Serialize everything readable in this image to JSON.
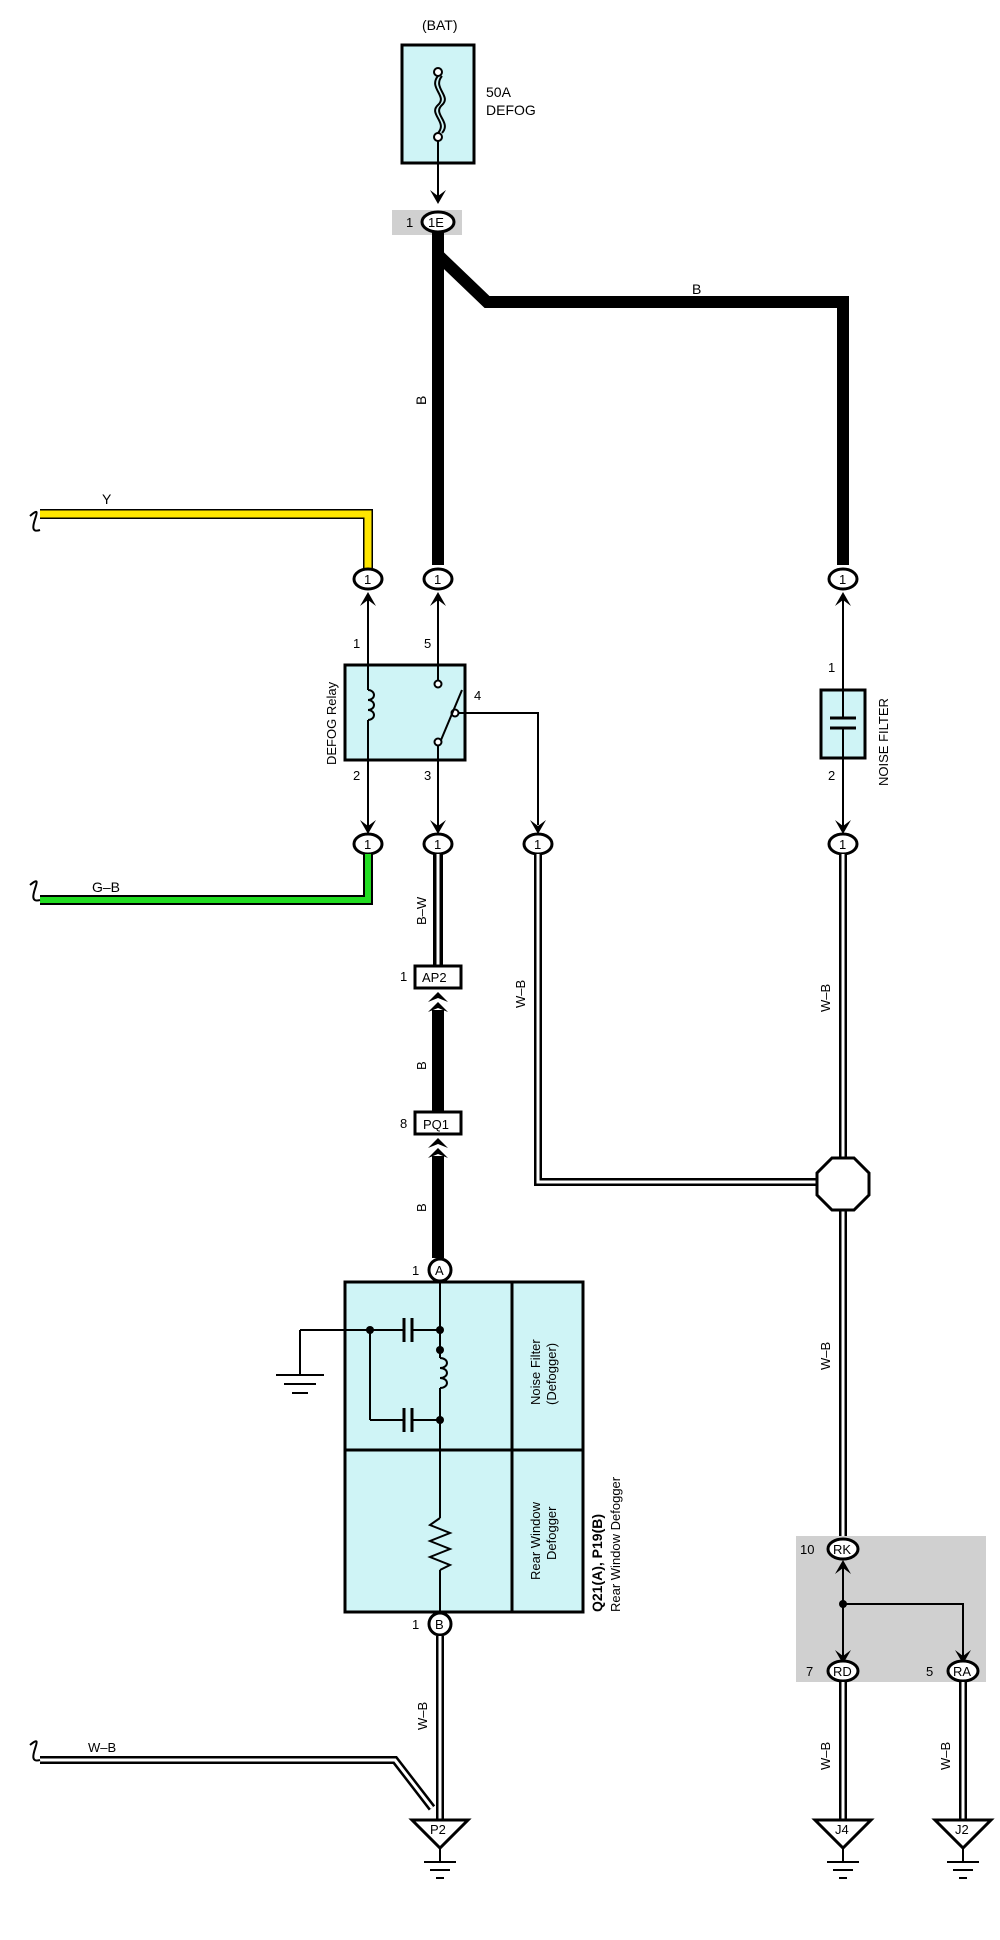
{
  "battery": {
    "source": "(BAT)",
    "fuse_amp": "50A",
    "fuse_name": "DEFOG"
  },
  "junction_1e": {
    "pin": "1",
    "code": "1E"
  },
  "wires": {
    "b_trunk": "B",
    "b_branch": "B",
    "yellow": "Y",
    "green": "G–B",
    "bw": "B–W",
    "b_ap2_pq1": "B",
    "b_pq1_a": "B",
    "wb_relay4": "W–B",
    "wb_nf_right": "W–B",
    "wb_lower_right": "W–B",
    "wb_rd": "W–B",
    "wb_ra": "W–B",
    "wb_left": "W–B",
    "wb_p2": "W–B"
  },
  "relay": {
    "name": "DEFOG Relay",
    "pins": {
      "p1": "1",
      "p2": "2",
      "p3": "3",
      "p4": "4",
      "p5": "5"
    },
    "connector_label": "1"
  },
  "noise_filter": {
    "name": "NOISE FILTER",
    "pin_top": "1",
    "pin_bottom": "2",
    "connector_label": "1"
  },
  "connector_ap2": {
    "pin": "1",
    "code": "AP2"
  },
  "connector_pq1": {
    "pin": "8",
    "code": "PQ1"
  },
  "defogger": {
    "pin_a_num": "1",
    "pin_a": "A",
    "pin_b_num": "1",
    "pin_b": "B",
    "nf_label_1": "Noise Filter",
    "nf_label_2": "(Defogger)",
    "rw_label_1": "Rear Window",
    "rw_label_2": "Defogger",
    "part_code": "Q21(A), P19(B)",
    "part_name": "Rear Window Defogger"
  },
  "junction_block": {
    "rk_num": "10",
    "rk": "RK",
    "rd_num": "7",
    "rd": "RD",
    "ra_num": "5",
    "ra": "RA"
  },
  "grounds": {
    "p2": "P2",
    "j4": "J4",
    "j2": "J2"
  },
  "colors": {
    "fill": "#cff4f6",
    "yellow": "#ffe600",
    "green": "#22dd22",
    "gray": "#d0d0d0"
  }
}
